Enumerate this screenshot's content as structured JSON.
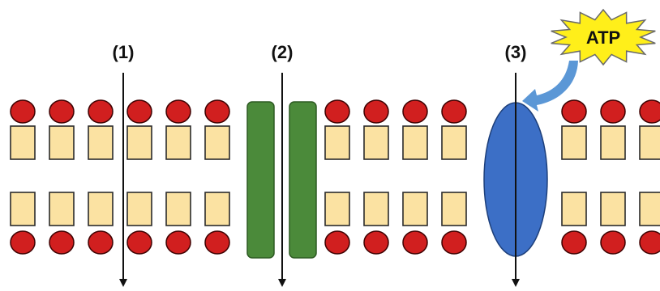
{
  "labels": {
    "path1": "(1)",
    "path2": "(2)",
    "path3": "(3)",
    "atp": "ATP"
  },
  "colors": {
    "phospholipid_head": "#d11f1f",
    "phospholipid_head_stroke": "#3d0000",
    "phospholipid_tail": "#fbe2a2",
    "phospholipid_tail_stroke": "#2b2b2b",
    "channel_protein": "#4b8a3a",
    "channel_protein_stroke": "#2d5a22",
    "carrier_protein": "#3c6fc6",
    "carrier_protein_stroke": "#1d3f7a",
    "atp_burst": "#ffef1a",
    "atp_burst_stroke": "#6a6a6a",
    "energy_arrow": "#5b97d6",
    "transport_arrow": "#111111"
  },
  "icons": {
    "atp_burst": "starburst-icon",
    "energy_arrow": "curved-arrow-icon",
    "transport_arrow": "down-arrow-icon"
  }
}
